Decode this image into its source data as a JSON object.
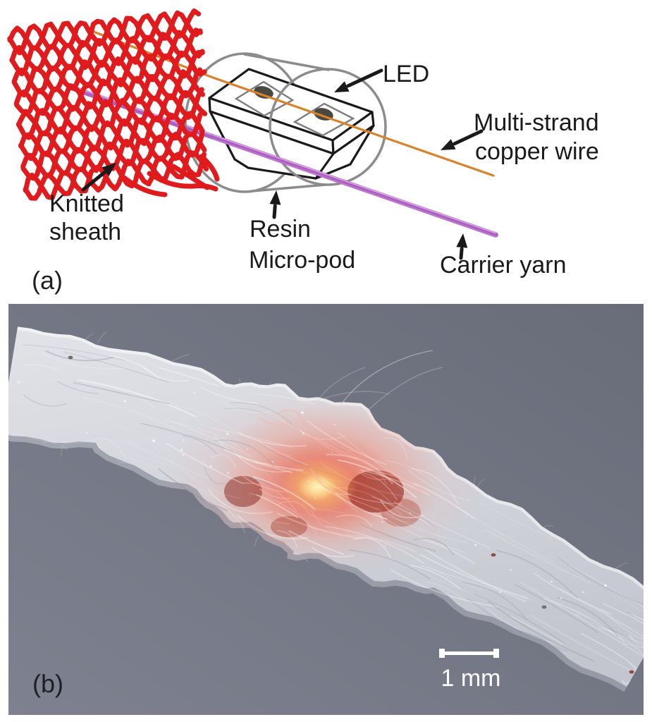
{
  "figure": {
    "panel_a": {
      "tag": "(a)",
      "labels": {
        "led": "LED",
        "copper_line1": "Multi-strand",
        "copper_line2": "copper wire",
        "knitted_line1": "Knitted",
        "knitted_line2": "sheath",
        "resin_line1": "Resin",
        "resin_line2": "Micro-pod",
        "carrier": "Carrier yarn"
      },
      "colors": {
        "knit_red": "#e01b1d",
        "copper_orange": "#d9822b",
        "yarn_purple": "#ad5fc3",
        "yarn_purple_light": "#d9a9e3",
        "pod_gray": "#8c8c8c",
        "aperture_gray": "#7d7d7d",
        "ink": "#1a1a1a",
        "die_dark": "#4a493f",
        "face_white": "#ffffff"
      }
    },
    "panel_b": {
      "tag": "(b)",
      "scale_bar_label": "1 mm",
      "colors": {
        "background_top": "#696c79",
        "background_bottom": "#7e818f",
        "yarn_light": "#e2e3e8",
        "yarn_mid": "#c3c6cf",
        "glow_pink": "#f49c8c",
        "glow_salmon": "#f28c78",
        "glow_red": "#e2604e",
        "glow_gold": "#ffd36e",
        "glow_core": "#fff2b8",
        "deep_red": "#9e352a",
        "scale_white": "#ffffff"
      }
    }
  }
}
